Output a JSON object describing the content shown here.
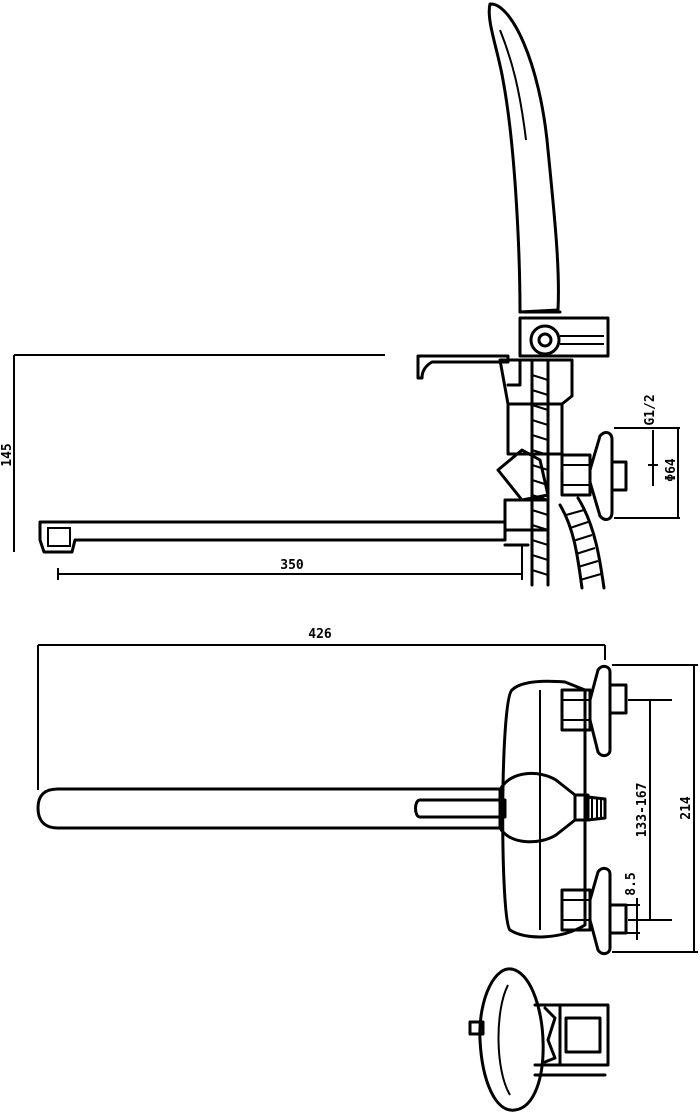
{
  "drawing": {
    "side_view": {
      "dim_height": "145",
      "dim_spout_reach": "350",
      "dim_thread": "G1/2",
      "dim_flange": "Φ64"
    },
    "top_view": {
      "dim_total_length": "426",
      "dim_centers": "133-167",
      "dim_overall_width": "214",
      "dim_offset": "8.5"
    }
  }
}
